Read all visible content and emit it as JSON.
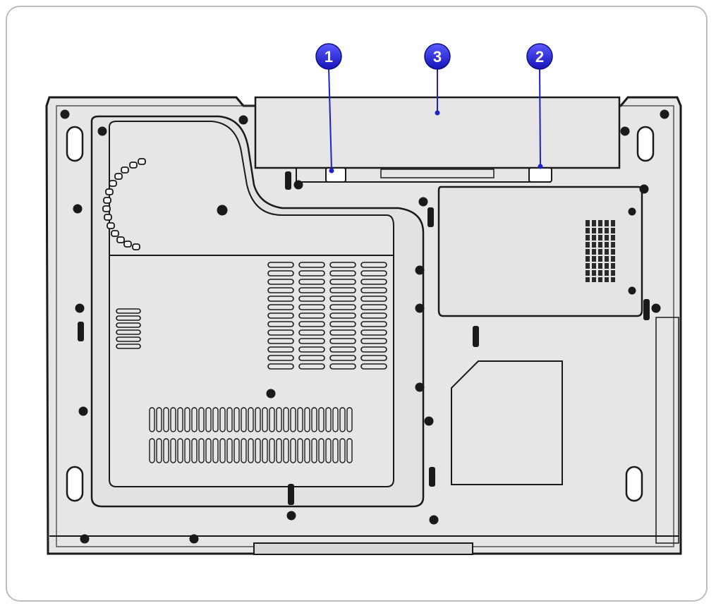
{
  "callouts": [
    {
      "id": "latch-release",
      "label": "1"
    },
    {
      "id": "battery-lock",
      "label": "2"
    },
    {
      "id": "battery-pack",
      "label": "3"
    }
  ],
  "colors": {
    "callout_fill": "#2525d6",
    "callout_leader": "#1f1fd0",
    "body_fill": "#e6e6e6",
    "outline": "#1a1a1a",
    "frame_border": "#bdbdbd"
  }
}
